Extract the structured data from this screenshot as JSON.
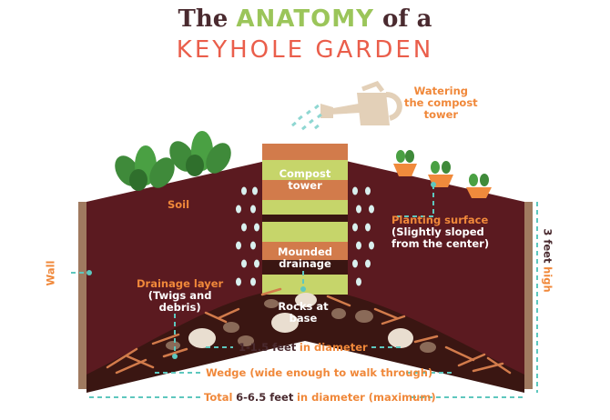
{
  "title": {
    "line1_prefix": "The",
    "line1_highlight": "ANATOMY",
    "line1_suffix": "of a",
    "line2": "KEYHOLE GARDEN"
  },
  "labels": {
    "watering_line1": "Watering",
    "watering_line2": "the compost",
    "watering_line3": "tower",
    "compost_line1": "Compost",
    "compost_line2": "tower",
    "soil": "Soil",
    "planting_title": "Planting surface",
    "planting_line2": "(Slightly sloped",
    "planting_line3": "from the center)",
    "mounded_line1": "Mounded",
    "mounded_line2": "drainage",
    "drainage_title": "Drainage layer",
    "drainage_line2": "(Twigs and",
    "drainage_line3": "debris)",
    "rocks_line1": "Rocks at",
    "rocks_line2": "base",
    "wall": "Wall",
    "height_value": "3 feet",
    "height_word": "high",
    "diameter_value": "1-1.5 feet",
    "diameter_word": "in diameter",
    "wedge": "Wedge (wide enough to walk through)",
    "total_prefix": "Total",
    "total_value": "6-6.5 feet",
    "total_suffix": "in diameter (maximum)"
  },
  "colors": {
    "soil": "#5b1a20",
    "soil_dark": "#3a1612",
    "wall": "#a07a60",
    "compost_green": "#c6d56a",
    "compost_orange": "#d27b4b",
    "accent_orange": "#f0883a",
    "title_red": "#ea5e4b",
    "title_green": "#9bc55a",
    "dashed_line": "#5ec7be",
    "plant_green": "#3f8a3a",
    "carrot": "#f08a3c",
    "watering_can": "#e3d0b8",
    "water_drops": "#8fd7d2"
  }
}
